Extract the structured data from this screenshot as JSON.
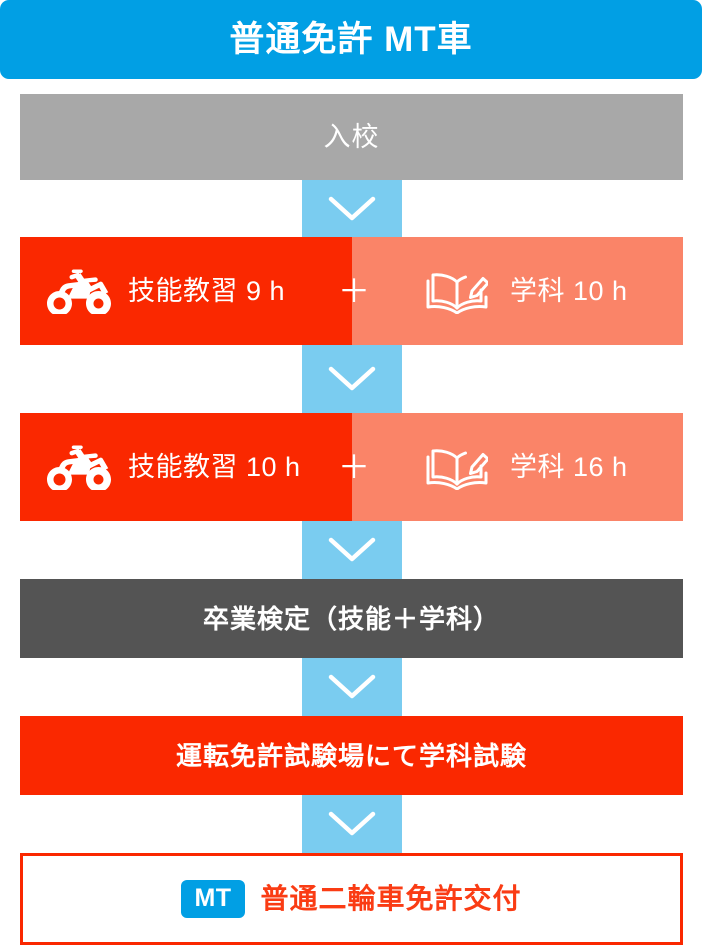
{
  "header": {
    "title": "普通免許 MT車",
    "background_color": "#019fe4",
    "text_color": "#ffffff"
  },
  "colors": {
    "header_blue": "#019fe4",
    "connector_blue": "#7accf0",
    "practical_red": "#fa2800",
    "classroom_salmon": "#fa8468",
    "enroll_gray": "#a8a8a8",
    "graduation_gray": "#545454",
    "result_text_red": "#fa3c14",
    "white": "#ffffff"
  },
  "steps": [
    {
      "id": "enroll",
      "type": "single",
      "label": "入校",
      "background_color": "#a8a8a8"
    },
    {
      "id": "lesson-stage-1",
      "type": "split",
      "practical": {
        "icon": "motorcycle-icon",
        "label": "技能教習 9 h",
        "background_color": "#fa2800"
      },
      "separator": "＋",
      "classroom": {
        "icon": "book-pencil-icon",
        "label": "学科 10 h",
        "background_color": "#fa8468"
      }
    },
    {
      "id": "lesson-stage-2",
      "type": "split",
      "practical": {
        "icon": "motorcycle-icon",
        "label": "技能教習 10 h",
        "background_color": "#fa2800"
      },
      "separator": "＋",
      "classroom": {
        "icon": "book-pencil-icon",
        "label": "学科 16 h",
        "background_color": "#fa8468"
      }
    },
    {
      "id": "graduation-exam",
      "type": "single",
      "label": "卒業検定（技能＋学科）",
      "background_color": "#545454"
    },
    {
      "id": "written-exam",
      "type": "single",
      "label": "運転免許試験場にて学科試験",
      "background_color": "#fa2800"
    },
    {
      "id": "license-issued",
      "type": "result",
      "badge": "MT",
      "label": "普通二輪車免許交付",
      "border_color": "#fa2800"
    }
  ],
  "connectors": {
    "icon": "chevron-down-icon",
    "count": 5,
    "background_color": "#7accf0",
    "arrow_color": "#ffffff"
  }
}
